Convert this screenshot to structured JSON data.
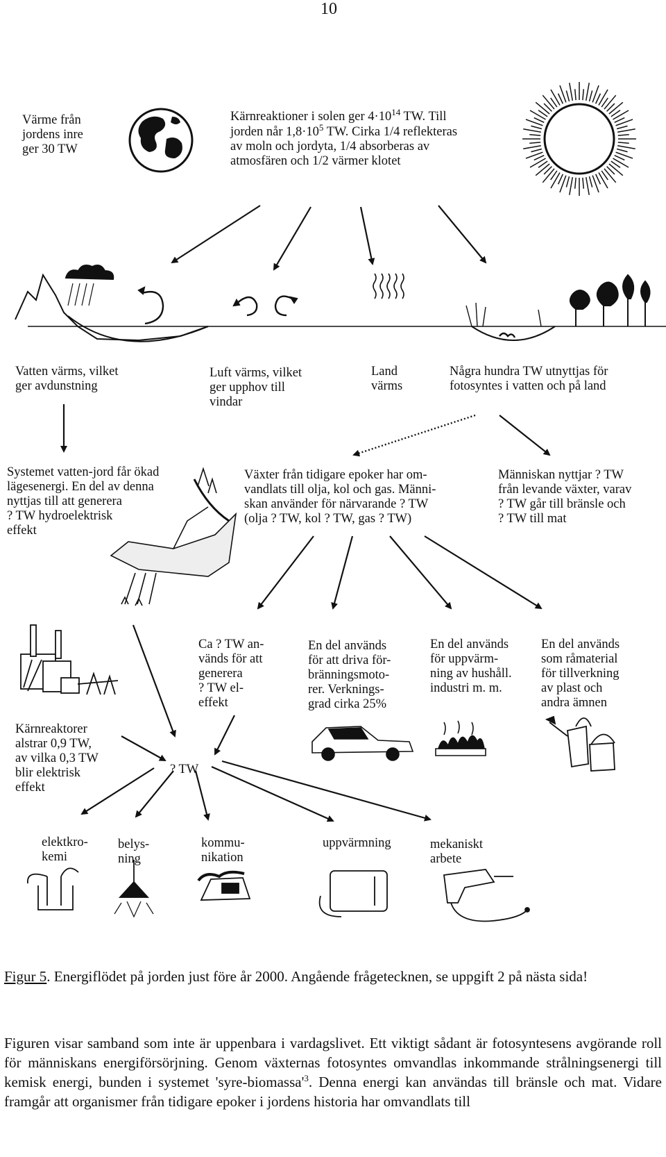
{
  "page_number": "10",
  "labels": {
    "earth_heat": "Värme från\njordens inre\nger 30 TW",
    "sun_reactions_a": "Kärnreaktioner i solen ger  4·10",
    "sun_exp_1": "14",
    "sun_reactions_b": " TW.   Till",
    "sun_reaches_a": "jorden når 1,8·10",
    "sun_exp_2": "5",
    "sun_reaches_b": " TW. Cirka 1/4 reflekteras",
    "sun_reflect": "av moln och jordyta, 1/4 absorberas av\natmosfären och 1/2 värmer klotet",
    "water_heated": "Vatten värms, vilket\nger avdunstning",
    "air_heated": "Luft värms, vilket\nger upphov till\nvindar",
    "land_heated": "Land\nvärms",
    "photosynthesis": "Några hundra  TW utnyttjas för\nfotosyntes i vatten och på land",
    "hydro": "Systemet vatten-jord får ökad\nlägesenergi. En del av denna\nnyttjas till att generera\n? TW hydroelektrisk\neffekt",
    "fossil": "Växter från tidigare epoker har om-\nvandlats till olja, kol och gas. Männi-\nskan använder för närvarande ? TW\n(olja ? TW, kol ? TW, gas ? TW)",
    "human_uses": "Människan nyttjar ? TW\nfrån levande växter, varav\n? TW går till bränsle och\n? TW till mat",
    "electric_gen": "Ca ? TW an-\nvänds för att\ngenerera\n? TW el-\neffekt",
    "combustion": "En del används\nför att driva för-\nbränningsmoto-\nrer. Verknings-\ngrad cirka 25%",
    "heating_household": "En del används\nför uppvärm-\nning av hushåll.\nindustri m. m.",
    "raw_material": "En del används\nsom råmaterial\nför tillverkning\nav plast och\nandra ämnen",
    "nuclear": "Kärnreaktorer\nalstrar 0,9 TW,\nav vilka  0,3 TW\nblir elektrisk\neffekt",
    "total_tw": "? TW",
    "electrochem": "elektkro-\nkemi",
    "lighting": "belys-\nning",
    "communication": "kommu-\nnikation",
    "heating": "uppvärmning",
    "mechanical": "mekaniskt\narbete"
  },
  "caption": {
    "figure_label": "Figur 5",
    "figure_text": ". Energiflödet på jorden just före år 2000. Angående frågetecknen, se uppgift 2 på nästa sida!",
    "para_a": "Figuren visar samband som inte är uppenbara i vardagslivet. Ett viktigt sådant är fotosyntesens avgörande roll för människans energiförsörjning. Genom växternas fotosyntes omvandlas inkommande strålningsenergi till kemisk energi, bunden i systemet 'syre-biomassa'",
    "footnote_mark": "3",
    "para_b": ". Denna energi kan användas till bränsle och mat. Vidare framgår att organismer från tidigare epoker i jordens historia har omvandlats till"
  }
}
